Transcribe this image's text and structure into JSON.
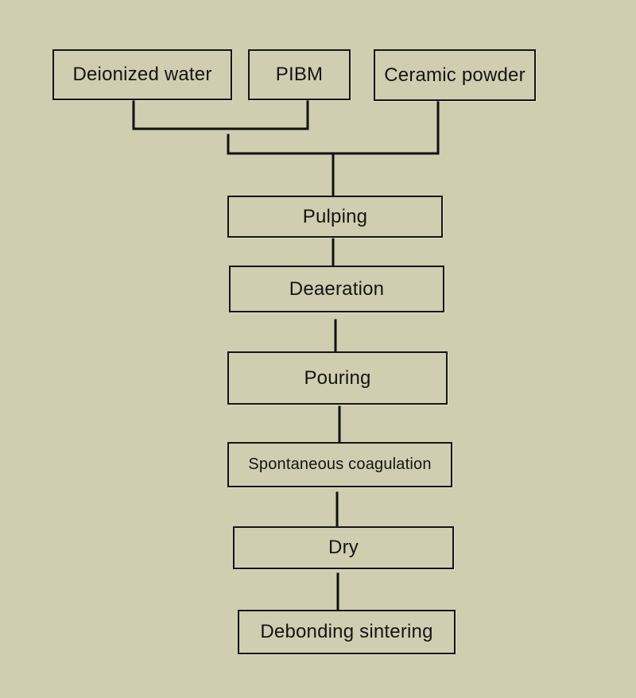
{
  "diagram": {
    "inputs": {
      "deionized_water": "Deionized water",
      "pibm": "PIBM",
      "ceramic_powder": "Ceramic powder"
    },
    "steps": {
      "pulping": "Pulping",
      "deaeration": "Deaeration",
      "pouring": "Pouring",
      "spontaneous_coagulation": "Spontaneous coagulation",
      "dry": "Dry",
      "debonding_sintering": "Debonding sintering"
    },
    "colors": {
      "background": "#d1cdb0",
      "line": "#111111",
      "text": "#141414"
    }
  }
}
